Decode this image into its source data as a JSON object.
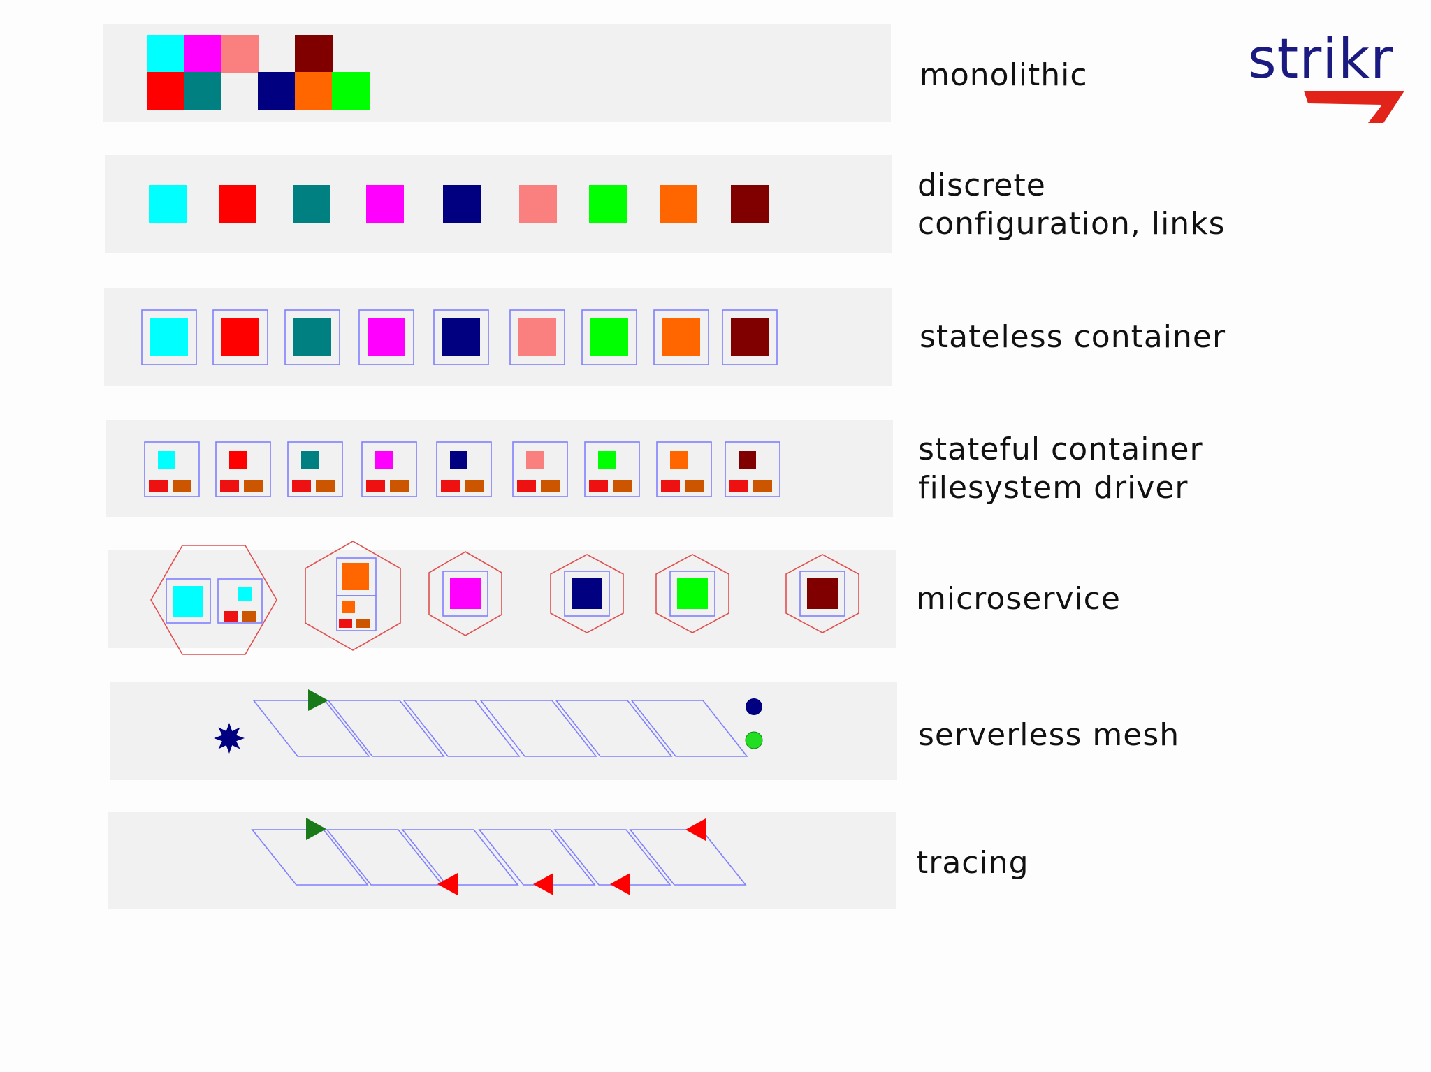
{
  "logo": {
    "text": "strikr",
    "text_color": "#1a1a80",
    "swoosh_color": "#e2231a"
  },
  "rows": [
    {
      "label": "monolithic"
    },
    {
      "label": "discrete\nconfiguration, links"
    },
    {
      "label": "stateless container"
    },
    {
      "label": "stateful container\nfilesystem driver"
    },
    {
      "label": "microservice"
    },
    {
      "label": "serverless mesh"
    },
    {
      "label": "tracing"
    }
  ],
  "palette": {
    "cyan": "#00ffff",
    "red": "#ff0000",
    "teal": "#008080",
    "magenta": "#ff00ff",
    "navy": "#000080",
    "salmon": "#fa8080",
    "green": "#00ff00",
    "orange": "#ff6600",
    "maroon": "#800000"
  },
  "component_order": [
    "cyan",
    "red",
    "teal",
    "magenta",
    "navy",
    "salmon",
    "green",
    "orange",
    "maroon"
  ],
  "frame_color": "#8080ff",
  "hexagon_color": "#e05050",
  "storage_colors": [
    "#ee1111",
    "#cc5500"
  ],
  "arrow_green": "#1a7a1a",
  "arrow_red": "#ff0000",
  "mesh_star_color": "#000080",
  "mesh_dot_colors": [
    "#000080",
    "#22dd22"
  ]
}
